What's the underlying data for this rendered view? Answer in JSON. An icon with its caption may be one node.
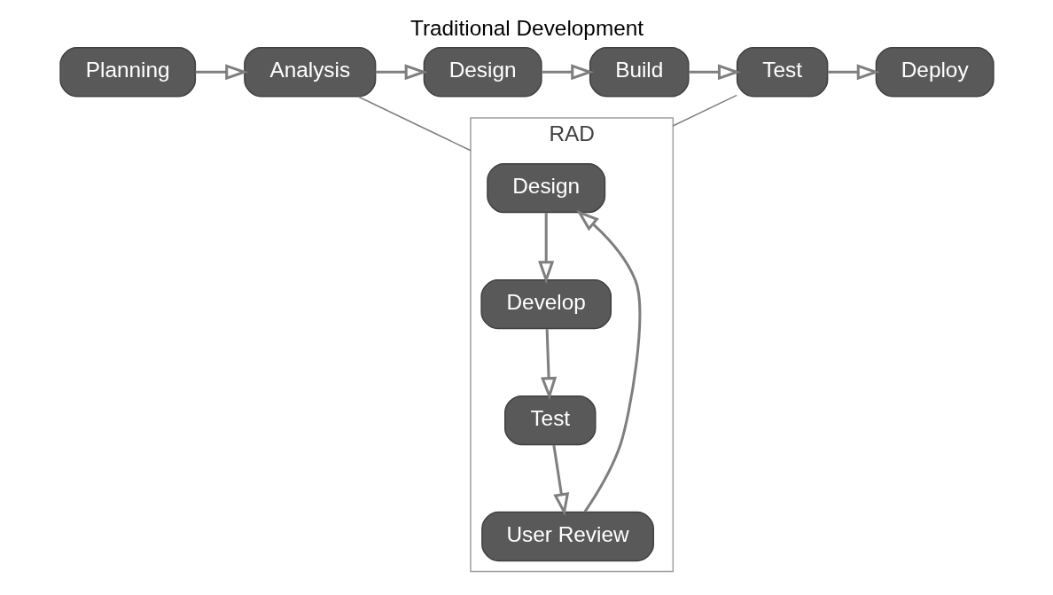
{
  "diagram": {
    "title": "Traditional Development",
    "nodes": [
      {
        "text": [
          "Planning"
        ]
      },
      {
        "text": [
          "Analysis"
        ]
      },
      {
        "text": [
          "Design"
        ]
      },
      {
        "text": [
          "Build"
        ]
      },
      {
        "text": [
          "Test"
        ]
      },
      {
        "text": [
          "Deploy"
        ]
      },
      {
        "text": [
          "RAD"
        ]
      },
      {
        "text": [
          "Design"
        ],
        "in": 6
      },
      {
        "text": [
          "Develop"
        ],
        "in": 6
      },
      {
        "text": [
          "Test"
        ],
        "in": 6
      },
      {
        "text": [
          "User Review"
        ],
        "in": 6
      }
    ],
    "edges": [
      {
        "from": 0,
        "to": 1,
        "arrow": "to"
      },
      {
        "from": 1,
        "to": 2,
        "arrow": "to"
      },
      {
        "from": 2,
        "to": 3,
        "arrow": "to"
      },
      {
        "from": 3,
        "to": 4,
        "arrow": "to"
      },
      {
        "from": 4,
        "to": 5,
        "arrow": "to"
      },
      {
        "from": 7,
        "to": 8,
        "arrow": "to"
      },
      {
        "from": 8,
        "to": 9,
        "arrow": "to"
      },
      {
        "from": 9,
        "to": 10,
        "arrow": "to"
      },
      {
        "from": 10,
        "to": 7,
        "arrow": "to"
      },
      {
        "from": 1,
        "to": 6,
        "arrow": "none"
      },
      {
        "from": 4,
        "to": 6,
        "arrow": "none"
      }
    ]
  }
}
